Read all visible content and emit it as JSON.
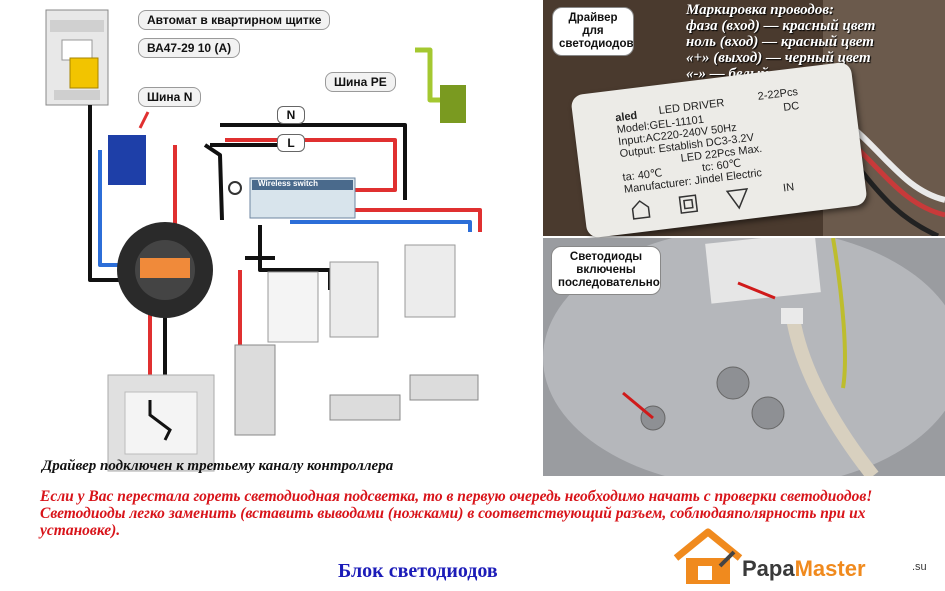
{
  "diagram": {
    "breaker_label": "Автомат в квартирном щитке",
    "breaker_model": "ВА47-29 10 (А)",
    "bus_n_label": "Шина N",
    "bus_pe_label": "Шина PE",
    "n_label": "N",
    "l_label": "L",
    "controller_label": "Wireless switch",
    "caption": "Драйвер подключен к третьему каналу контроллера"
  },
  "photo_top": {
    "label": "Драйвер для светодиодов",
    "marking": [
      "Маркировка проводов:",
      "фаза (вход) — красный цвет",
      "ноль (вход) — красный цвет",
      "«+» (выход) — черный цвет",
      "«-» — белый цвет"
    ],
    "driver": {
      "brand": "aled",
      "title": "LED DRIVER",
      "pcs": "2-22Pcs",
      "model": "Model:GEL-11101",
      "input": "Input:AC220-240V 50Hz",
      "output": "Output: Establish DC3-3.2V",
      "led": "LED 22Pcs Max.",
      "ta": "ta: 40℃",
      "tc": "tc: 60℃",
      "manufacturer": "Manufacturer: Jindel Electric",
      "dc": "DC",
      "in": "IN"
    }
  },
  "photo_bottom": {
    "label": "Светодиоды включены последовательно"
  },
  "warning": "Если у Вас перестала гореть светодиодная подсветка, то в первую очередь необходимо начать с проверки светодиодов! Светодиоды легко заменить (вставить выводами (ножками) в соответствующий разъем, соблюдаяполярность при их установке).",
  "title": "Блок светодиодов",
  "logo": {
    "part1": "Papa",
    "part2": "Master",
    "suffix": ".su"
  },
  "colors": {
    "warning_red": "#d8141a",
    "title_blue": "#1b1bb8",
    "logo_orange": "#f08a1e"
  }
}
